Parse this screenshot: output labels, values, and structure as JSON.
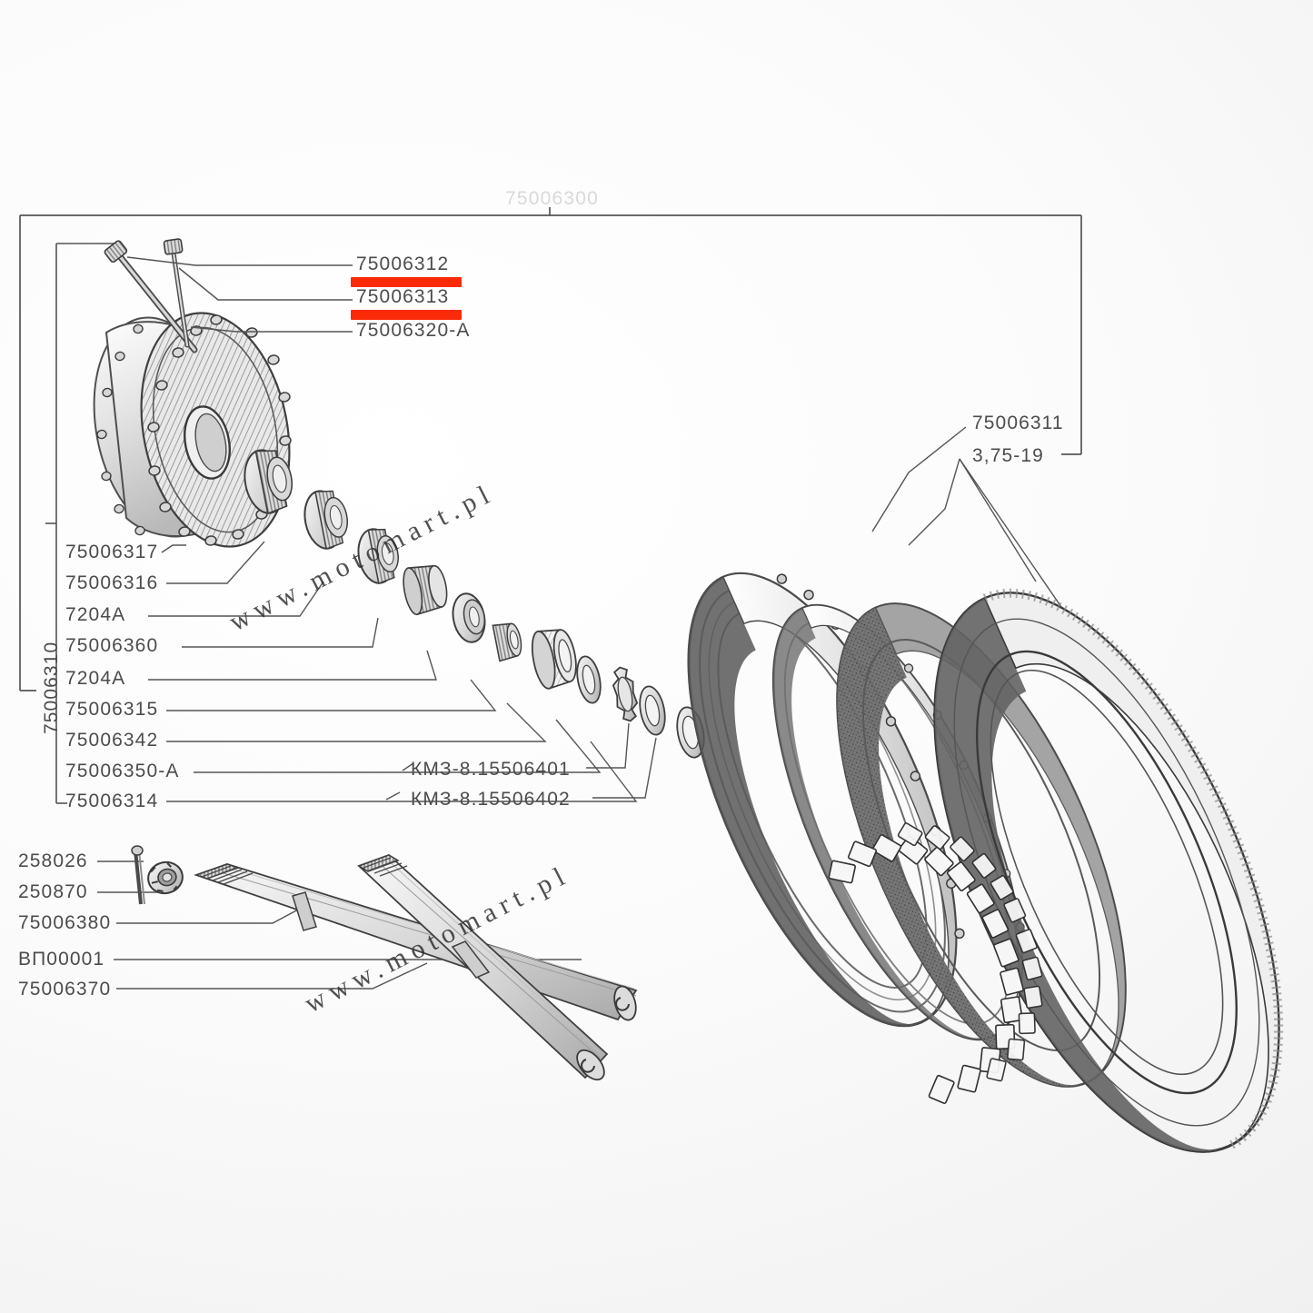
{
  "diagram": {
    "title": "Motorcycle front wheel exploded parts diagram",
    "clipped_top_number": "75006300",
    "watermark_text": "www.motomart.pl",
    "accent_color": "#fb2a08",
    "ink_color": "#4c4c4c"
  },
  "top_labels": [
    {
      "id": "l-75006312",
      "text": "75006312",
      "highlighted": true
    },
    {
      "id": "l-75006313",
      "text": "75006313",
      "highlighted": true
    },
    {
      "id": "l-75006320a",
      "text": "75006320-A",
      "highlighted": false
    }
  ],
  "group_bracket": {
    "label": "75006310"
  },
  "left_labels": [
    {
      "id": "l-75006317",
      "text": "75006317"
    },
    {
      "id": "l-75006316",
      "text": "75006316"
    },
    {
      "id": "l-7204a-1",
      "text": "7204A"
    },
    {
      "id": "l-75006360",
      "text": "75006360"
    },
    {
      "id": "l-7204a-2",
      "text": "7204A"
    },
    {
      "id": "l-75006315",
      "text": "75006315"
    },
    {
      "id": "l-75006342",
      "text": "75006342"
    },
    {
      "id": "l-75006350a",
      "text": "75006350-A"
    },
    {
      "id": "l-75006314",
      "text": "75006314"
    }
  ],
  "center_labels": [
    {
      "id": "l-kmz-01",
      "text": "КМЗ-8.15506401"
    },
    {
      "id": "l-kmz-02",
      "text": "КМЗ-8.15506402"
    }
  ],
  "bottom_left_labels": [
    {
      "id": "l-258026",
      "text": "258026"
    },
    {
      "id": "l-250870",
      "text": "250870"
    },
    {
      "id": "l-75006380",
      "text": "75006380"
    },
    {
      "id": "l-vp00001",
      "text": "ВП00001"
    },
    {
      "id": "l-75006370",
      "text": "75006370"
    }
  ],
  "right_labels": [
    {
      "id": "l-75006311",
      "text": "75006311"
    },
    {
      "id": "l-tire-size",
      "text": "3,75-19"
    }
  ]
}
